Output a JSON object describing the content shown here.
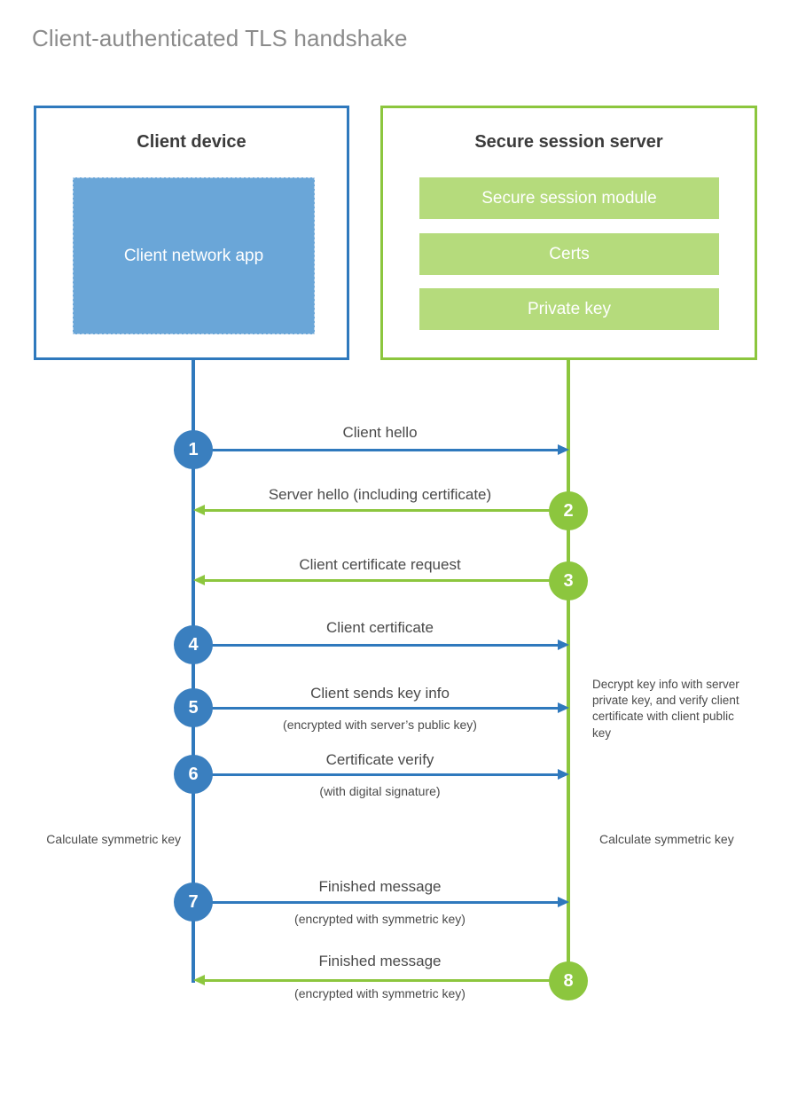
{
  "diagram": {
    "title": "Client-authenticated TLS handshake",
    "colors": {
      "client_blue": "#2f79bd",
      "client_circle_blue": "#3a7fbf",
      "client_app_blue": "#6aa6d8",
      "server_green": "#8cc63e",
      "server_bar_green": "#b5db7c",
      "text_gray": "#4a4a4a",
      "title_gray": "#8b8b8b"
    }
  },
  "client": {
    "title": "Client device",
    "app_label": "Client network app"
  },
  "server": {
    "title": "Secure session server",
    "components": [
      {
        "label": "Secure session module"
      },
      {
        "label": "Certs"
      },
      {
        "label": "Private key"
      }
    ]
  },
  "steps": [
    {
      "number": "1",
      "label": "Client hello",
      "sublabel": "",
      "direction": "client-to-server",
      "color": "blue"
    },
    {
      "number": "2",
      "label": "Server hello (including certificate)",
      "sublabel": "",
      "direction": "server-to-client",
      "color": "green"
    },
    {
      "number": "3",
      "label": "Client certificate request",
      "sublabel": "",
      "direction": "server-to-client",
      "color": "green"
    },
    {
      "number": "4",
      "label": "Client certificate",
      "sublabel": "",
      "direction": "client-to-server",
      "color": "blue"
    },
    {
      "number": "5",
      "label": "Client sends key info",
      "sublabel": "(encrypted with server’s public key)",
      "direction": "client-to-server",
      "color": "blue"
    },
    {
      "number": "6",
      "label": "Certificate verify",
      "sublabel": "(with digital signature)",
      "direction": "client-to-server",
      "color": "blue"
    },
    {
      "number": "7",
      "label": "Finished message",
      "sublabel": "(encrypted with symmetric key)",
      "direction": "client-to-server",
      "color": "blue"
    },
    {
      "number": "8",
      "label": "Finished message",
      "sublabel": "(encrypted with symmetric key)",
      "direction": "server-to-client",
      "color": "green"
    }
  ],
  "annotations": {
    "server_decrypt": "Decrypt key info with server private key, and verify client certificate with client public key",
    "client_symmetric": "Calculate symmetric key",
    "server_symmetric": "Calculate symmetric key"
  }
}
